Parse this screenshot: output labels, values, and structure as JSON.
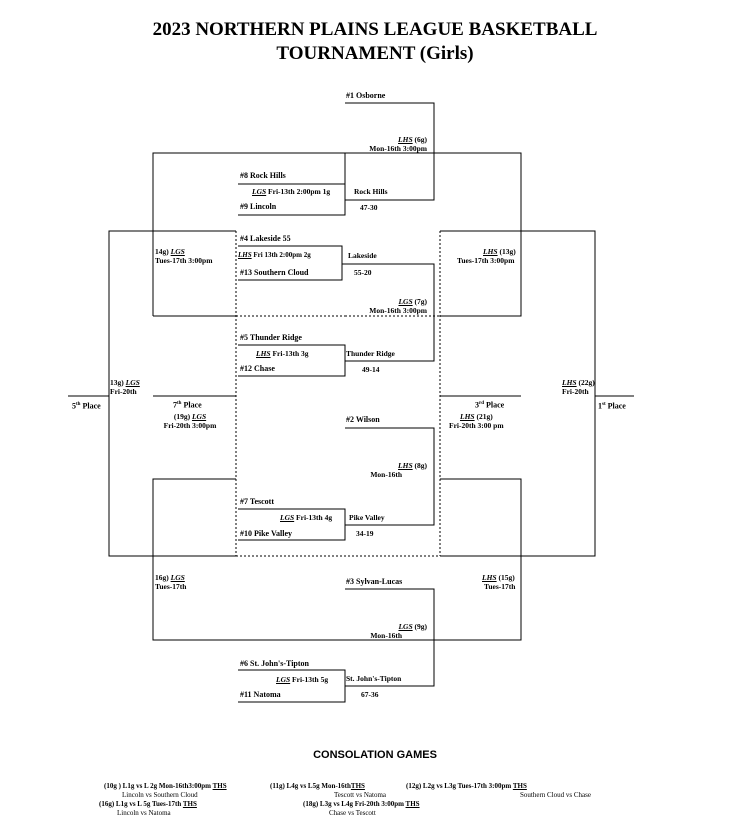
{
  "title": {
    "line1": "2023 NORTHERN PLAINS LEAGUE BASKETBALL",
    "line2": "TOURNAMENT (Girls)"
  },
  "teams": {
    "osborne": "#1  Osborne",
    "rock_hills": "#8 Rock Hills",
    "lincoln": "#9 Lincoln",
    "lakeside": "#4 Lakeside  55",
    "southern_cloud": "#13 Southern Cloud",
    "thunder_ridge": "#5 Thunder Ridge",
    "chase": "#12 Chase",
    "wilson": "#2  Wilson",
    "tescott": "#7  Tescott",
    "pike_valley": "#10 Pike Valley",
    "sylvan_lucas": "#3  Sylvan-Lucas",
    "st_johns": "#6 St. John's-Tipton",
    "natoma": "#11 Natoma"
  },
  "games": {
    "g1": {
      "site": "LGS",
      "info": " Fri-13th 2:00pm 1g",
      "winner": "Rock Hills",
      "score": "47-30"
    },
    "g2": {
      "site": "LHS",
      "info": " Fri 13th  2:00pm 2g",
      "winner": "Lakeside",
      "score": "55-20"
    },
    "g3": {
      "site": "LHS",
      "info": " Fri-13th 3g",
      "winner": "Thunder Ridge",
      "score": "49-14"
    },
    "g4": {
      "site": "LGS",
      "info": " Fri-13th 4g",
      "winner": "Pike Valley",
      "score": "34-19"
    },
    "g5": {
      "site": "LGS",
      "info": "  Fri-13th 5g",
      "winner": "St. John's-Tipton",
      "score": "67-36"
    },
    "g6": {
      "site": "LHS",
      "num": " (6g)",
      "time": "Mon-16th 3:00pm"
    },
    "g7": {
      "site": "LGS",
      "num": " (7g)",
      "time": "Mon-16th 3:00pm"
    },
    "g8": {
      "site": "LHS",
      "num": " (8g)",
      "time": "Mon-16th"
    },
    "g9": {
      "site": "LGS",
      "num": " (9g)",
      "time": "Mon-16th"
    },
    "g13": {
      "site": "LHS",
      "num": " (13g)",
      "time": "Tues-17th 3:00pm"
    },
    "g14": {
      "num": "14g) ",
      "site": "LGS",
      "time": "Tues-17th 3:00pm"
    },
    "g15": {
      "site": "LHS",
      "num": " (15g)",
      "time": "Tues-17th"
    },
    "g16": {
      "num": "16g) ",
      "site": "LGS",
      "time": "Tues-17th"
    },
    "g22": {
      "site": "LHS",
      "num": " (22g)",
      "time": "Fri-20th"
    },
    "g13c": {
      "num": "13g) ",
      "site": "LGS",
      "time": "Fri-20th"
    },
    "g19": {
      "num": "(19g) ",
      "site": "LGS",
      "time": "Fri-20th 3:00pm"
    },
    "g21": {
      "site": "LHS",
      "num": " (21g)",
      "time": "Fri-20th 3:00 pm"
    }
  },
  "places": {
    "first": {
      "num": "1",
      "sup": "st",
      "word": " Place"
    },
    "third": {
      "num": "3",
      "sup": "rd",
      "word": " Place"
    },
    "fifth": {
      "num": "5",
      "sup": "th",
      "word": " Place"
    },
    "seventh": {
      "num": "7",
      "sup": "th",
      "word": " Place"
    }
  },
  "consolation": {
    "title": "CONSOLATION GAMES",
    "games": [
      {
        "game": "(10g ) L1g vs L 2g Mon-16th3:00pm ",
        "site": "THS",
        "matchup": "Lincoln vs Southern Cloud"
      },
      {
        "game": "(16g) L1g vs L 5g Tues-17th  ",
        "site": "THS",
        "matchup": "Lincoln vs Natoma"
      },
      {
        "game": "(11g) L4g vs L5g Mon-16th",
        "site": "THS",
        "matchup": "Tescott vs Natoma"
      },
      {
        "game": "(18g) L3g vs L4g Fri-20th 3:00pm ",
        "site": "THS",
        "matchup": "Chase vs Tescott"
      },
      {
        "game": "(12g) L2g vs L3g Tues-17th 3:00pm ",
        "site": "THS",
        "matchup": "Southern Cloud vs Chase"
      }
    ]
  }
}
